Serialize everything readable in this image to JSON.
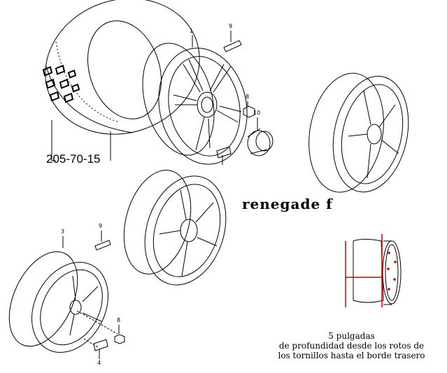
{
  "tire_size": "205-70-15",
  "brand_text": "renegade f",
  "callouts": {
    "c1": "1",
    "c3": "3",
    "c4": "4",
    "c8a": "8",
    "c8b": "8",
    "c9a": "9",
    "c9b": "9",
    "c10": "10"
  },
  "note": {
    "line1": "5 pulgadas",
    "line2": "de profundidad desde los rotos de",
    "line3": "los tornillos hasta el borde trasero"
  },
  "colors": {
    "line": "#000000",
    "measure": "#cc0000"
  }
}
